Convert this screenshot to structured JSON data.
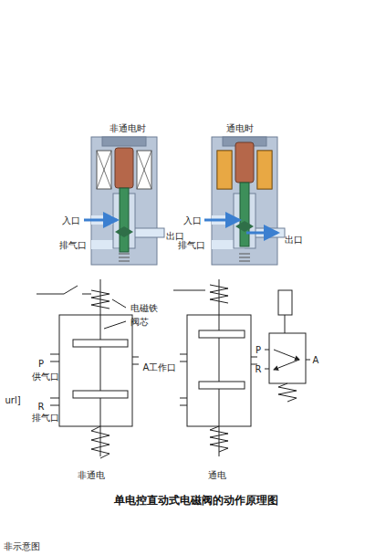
{
  "diagram": {
    "caption": "单电控直动式电磁阀的动作原理图",
    "labels": [
      "非通电时",
      "通电时",
      "入口",
      "出口",
      "排气口",
      "入口",
      "出口",
      "排气口",
      "电磁铁",
      "阀芯",
      "P",
      "供气口",
      "A工作口",
      "R",
      "排气口",
      "非通电",
      "通电",
      "P",
      "R",
      "A",
      "url]",
      "非示意图"
    ]
  }
}
